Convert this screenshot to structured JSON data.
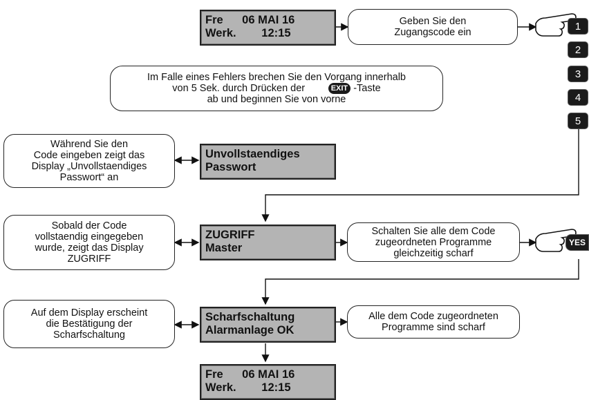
{
  "display_start": {
    "line1": "Fre      06 MAI 16",
    "line2": "Werk.        12:15"
  },
  "display_incomplete": {
    "line1": "Unvollstaendiges",
    "line2": "Passwort"
  },
  "display_access": {
    "line1": "ZUGRIFF",
    "line2": "Master"
  },
  "display_armed": {
    "line1": "Scharfschaltung",
    "line2": "Alarmanlage OK"
  },
  "display_end": {
    "line1": "Fre      06 MAI 16",
    "line2": "Werk.        12:15"
  },
  "note_enter_code": {
    "line1": "Geben Sie den",
    "line2": "Zugangscode ein"
  },
  "note_error": {
    "line1": "Im Falle eines Fehlers brechen Sie den Vorgang innerhalb",
    "line2_pre": "von 5 Sek. durch Drücken der",
    "line2_post": "-Taste",
    "line3": "ab und beginnen Sie von vorne"
  },
  "note_while_typing": {
    "line1": "Während Sie den",
    "line2": "Code eingeben zeigt das",
    "line3": "Display „Unvollstaendiges",
    "line4": "Passwort“ an"
  },
  "note_complete": {
    "line1": "Sobald der Code",
    "line2": "vollstaendig eingegeben",
    "line3": "wurde, zeigt das Display",
    "line4": "ZUGRIFF"
  },
  "note_arm_all": {
    "line1": "Schalten Sie alle dem Code",
    "line2": "zugeordneten Programme",
    "line3": "gleichzeitig scharf"
  },
  "note_confirm": {
    "line1": "Auf dem Display erscheint",
    "line2": "die Bestätigung der",
    "line3": "Scharfschaltung"
  },
  "note_all_armed": {
    "line1": "Alle dem Code zugeordneten",
    "line2": "Programme sind scharf"
  },
  "keypad": {
    "keys": [
      "1",
      "2",
      "3",
      "4",
      "5"
    ],
    "exit_label": "EXIT",
    "yes_label": "YES"
  },
  "icons": [
    "hand-pointer-icon",
    "arrow-icon"
  ]
}
